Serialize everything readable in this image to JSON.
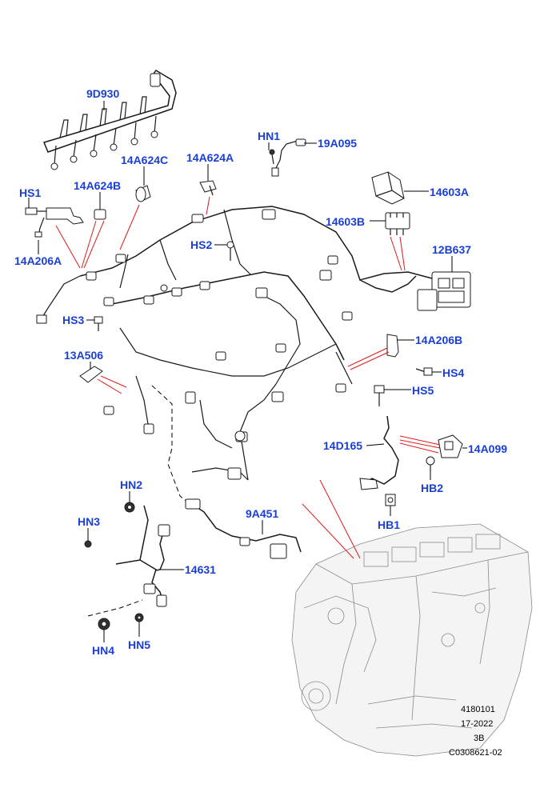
{
  "callouts": {
    "c_9D930": "9D930",
    "c_HN1": "HN1",
    "c_19A095": "19A095",
    "c_14A624C": "14A624C",
    "c_14A624A": "14A624A",
    "c_HS1": "HS1",
    "c_14A624B": "14A624B",
    "c_14603A": "14603A",
    "c_14603B": "14603B",
    "c_HS2": "HS2",
    "c_12B637": "12B637",
    "c_14A206A": "14A206A",
    "c_HS3": "HS3",
    "c_14A206B": "14A206B",
    "c_13A506": "13A506",
    "c_HS4": "HS4",
    "c_HS5": "HS5",
    "c_14D165": "14D165",
    "c_14A099": "14A099",
    "c_HB2": "HB2",
    "c_HN2": "HN2",
    "c_HB1": "HB1",
    "c_HN3": "HN3",
    "c_9A451": "9A451",
    "c_14631": "14631",
    "c_HN4": "HN4",
    "c_HN5": "HN5"
  },
  "reference": {
    "line1": "4180101",
    "line2": "17-2022",
    "line3": "3B",
    "line4": "C0308621-02"
  },
  "colors": {
    "callout_text": "#1a3fd6",
    "leader_red": "#e01a1a",
    "line_art": "#1a1a1a",
    "engine_art": "#8a8a8a"
  }
}
